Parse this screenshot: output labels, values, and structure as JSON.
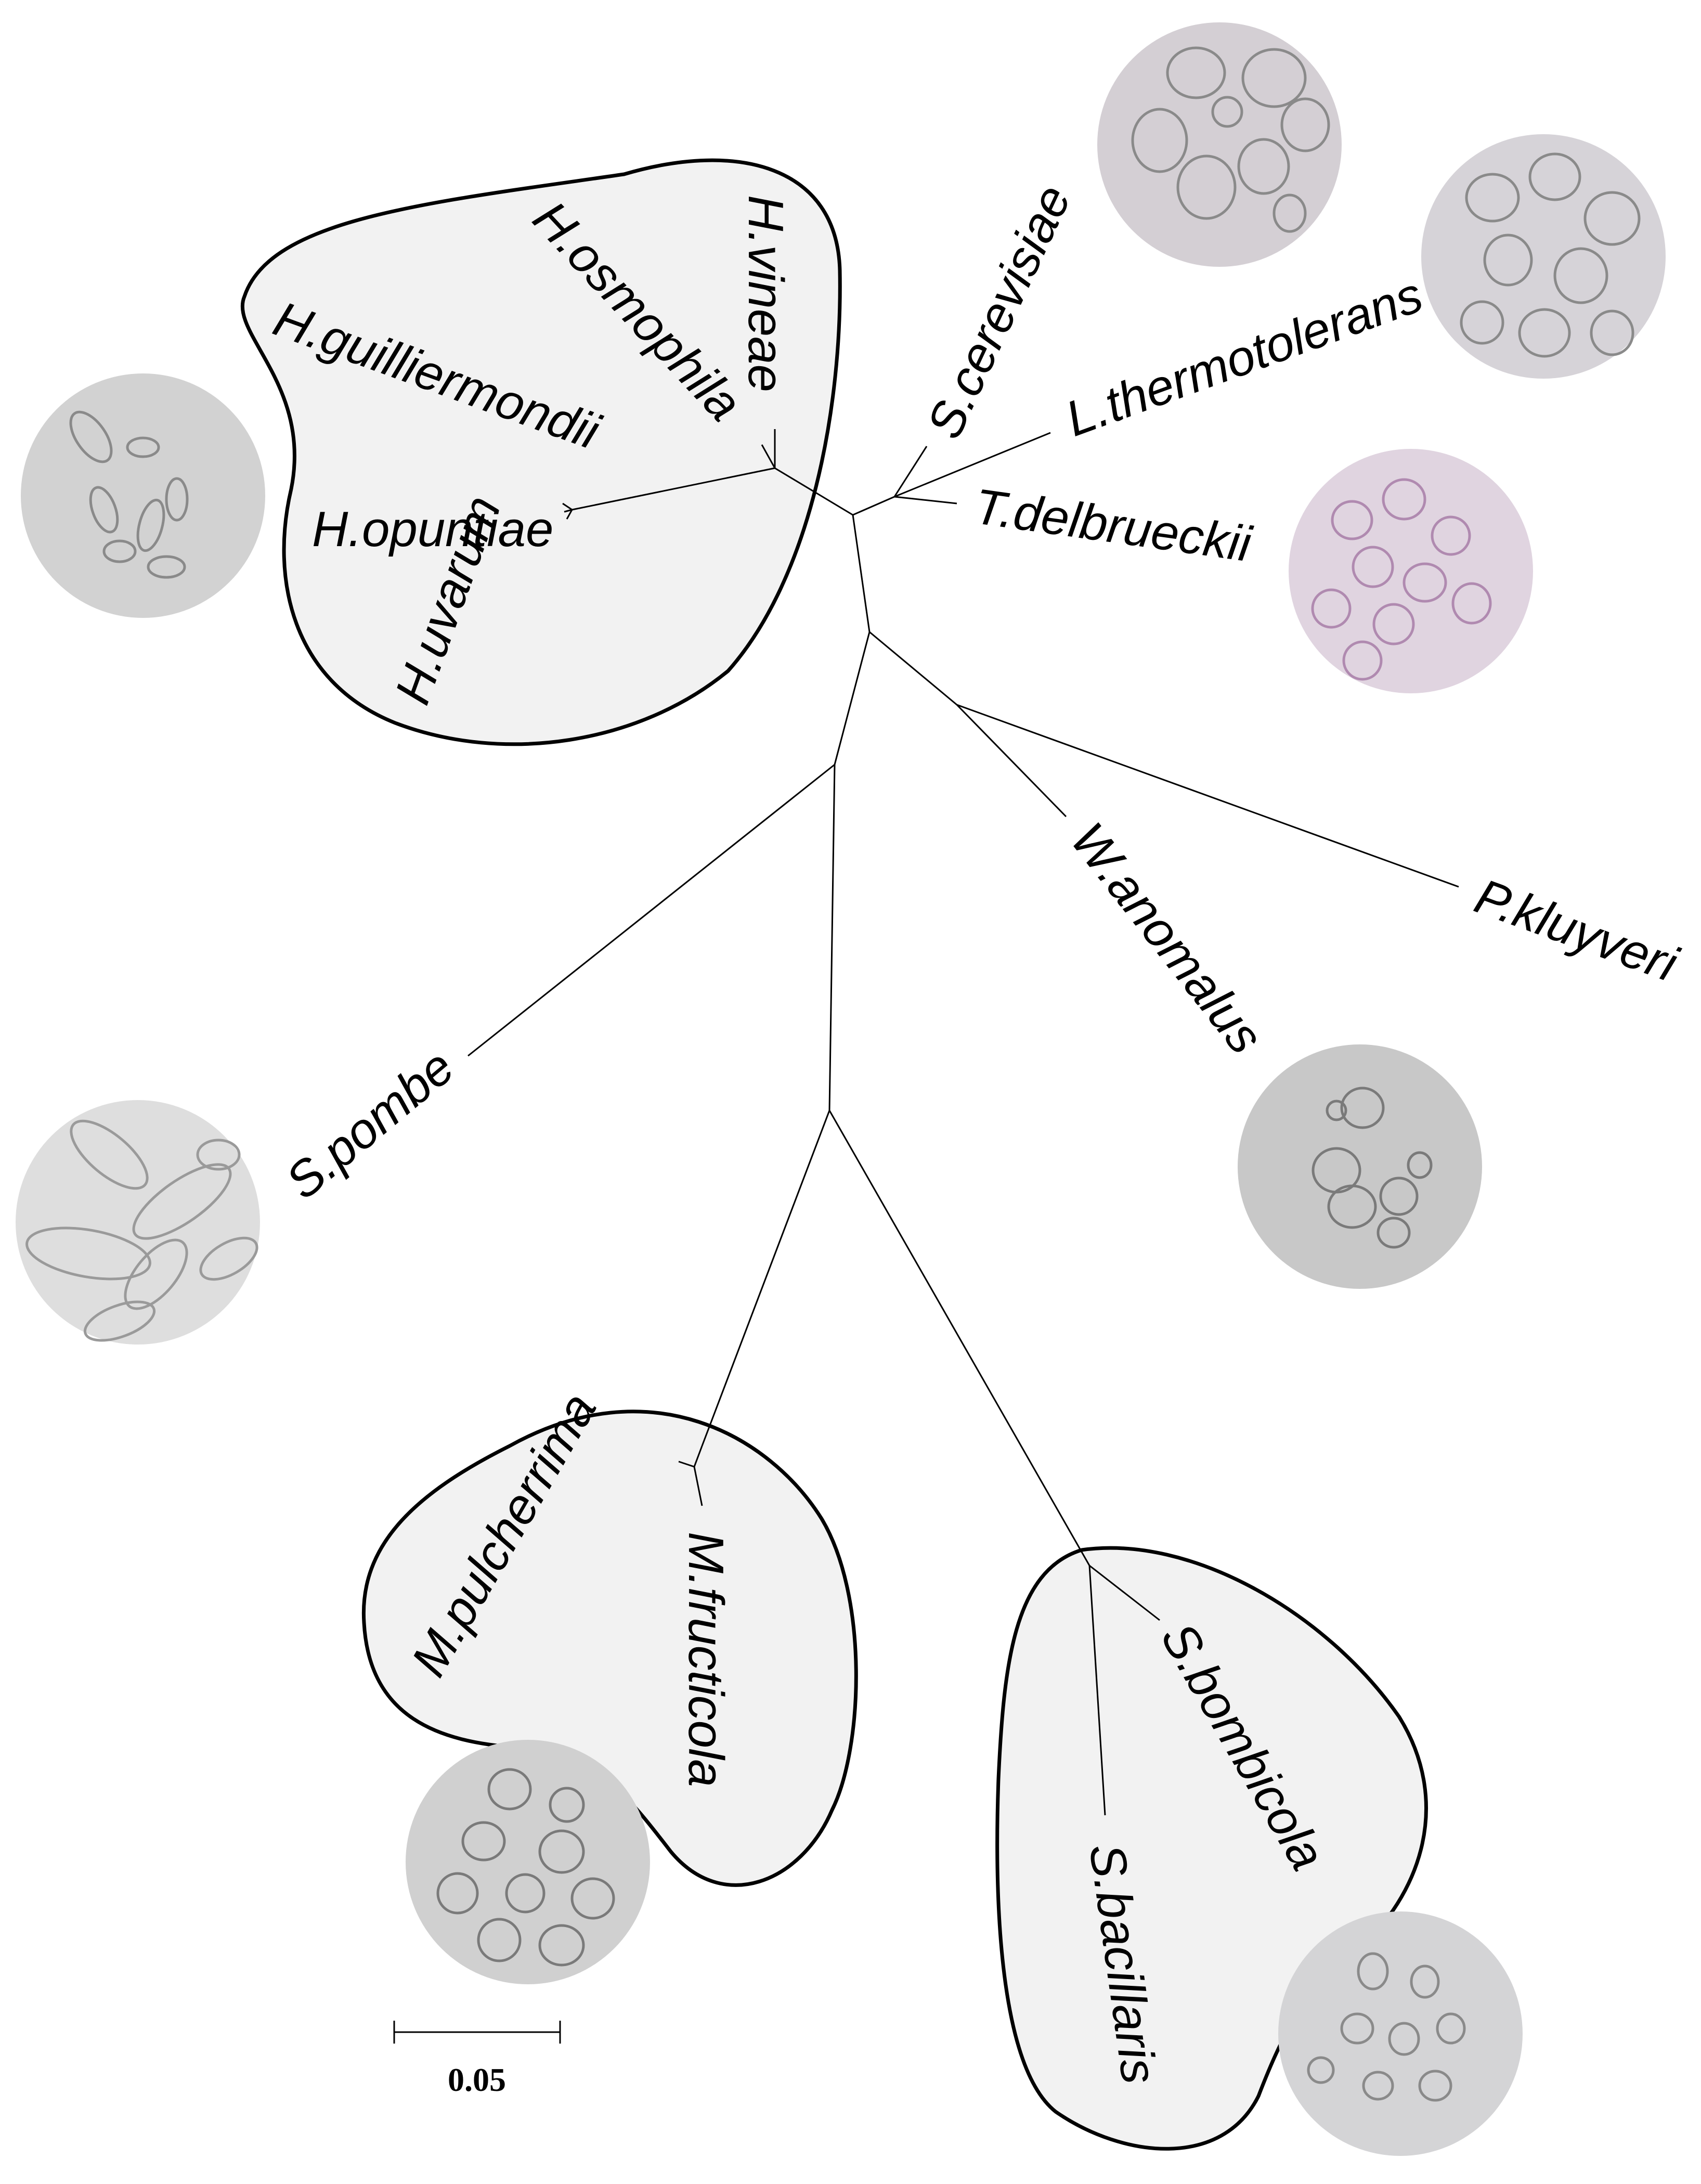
{
  "taxa": {
    "h_vineae": "H.vineae",
    "h_osmophila": "H.osmophila",
    "h_guilliermondii": "H.guilliermondii",
    "h_opuntiae": "H.opuntiae",
    "h_uvarum": "H.uvarum",
    "s_cerevisiae": "S.cerevisiae",
    "l_thermotolerans": "L.thermotolerans",
    "t_delbrueckii": "T.delbrueckii",
    "w_anomalus": "W.anomalus",
    "p_kluyveri": "P.kluyveri",
    "s_pombe": "S.pombe",
    "m_pulcherrima": "M.pulcherrima",
    "m_fructicola": "M.fructicola",
    "s_bombicola": "S.bombicola",
    "s_bacillaris": "S.bacillaris"
  },
  "scale_bar": {
    "label": "0.05"
  },
  "colors": {
    "clade_fill": "#f2f2f2",
    "line": "#000000",
    "micrograph_gray": "#d2d2d2",
    "micrograph_pink": "#e0d4e0",
    "cell_outline": "#8a8a8a"
  }
}
